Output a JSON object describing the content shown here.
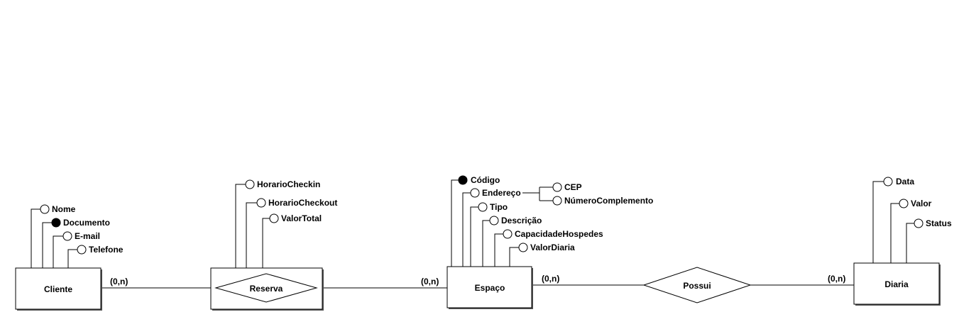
{
  "entities": {
    "cliente": "Cliente",
    "espaco": "Espaço",
    "diaria": "Diaria"
  },
  "relationships": {
    "reserva": "Reserva",
    "possui": "Possui"
  },
  "attributes": {
    "cliente": {
      "nome": "Nome",
      "documento": "Documento",
      "email": "E-mail",
      "telefone": "Telefone"
    },
    "reserva": {
      "checkin": "HorarioCheckin",
      "checkout": "HorarioCheckout",
      "valor_total": "ValorTotal"
    },
    "espaco": {
      "codigo": "Código",
      "endereco": "Endereço",
      "cep": "CEP",
      "numero_complemento": "NúmeroComplemento",
      "tipo": "Tipo",
      "descricao": "Descrição",
      "capacidade": "CapacidadeHospedes",
      "valor_diaria": "ValorDiaria"
    },
    "diaria": {
      "data": "Data",
      "valor": "Valor",
      "status": "Status"
    }
  },
  "cardinalities": {
    "cliente_reserva": "(0,n)",
    "espaco_reserva": "(0,n)",
    "espaco_possui": "(0,n)",
    "diaria_possui": "(0,n)"
  }
}
